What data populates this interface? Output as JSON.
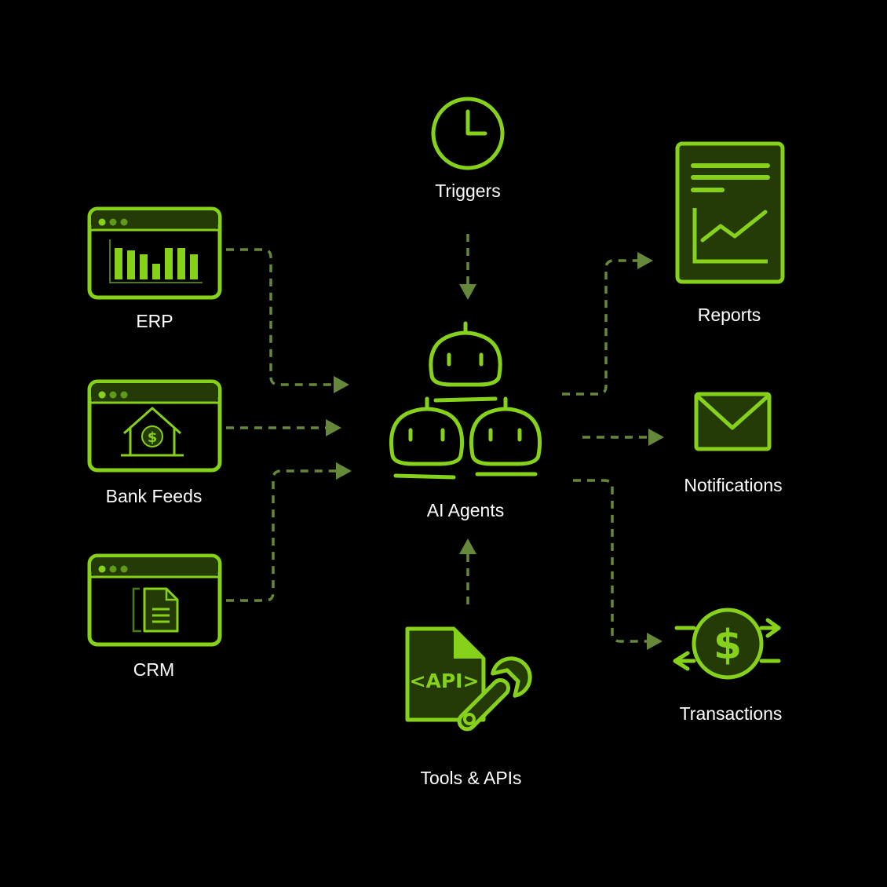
{
  "nodes": {
    "triggers": {
      "label": "Triggers",
      "icon": "clock-icon"
    },
    "erp": {
      "label": "ERP",
      "icon": "bar-chart-window-icon"
    },
    "bank_feeds": {
      "label": "Bank Feeds",
      "icon": "house-dollar-window-icon"
    },
    "crm": {
      "label": "CRM",
      "icon": "document-window-icon"
    },
    "ai_agents": {
      "label": "AI Agents",
      "icon": "robots-icon"
    },
    "tools_apis": {
      "label": "Tools & APIs",
      "icon": "api-wrench-icon",
      "badge": "<API>"
    },
    "reports": {
      "label": "Reports",
      "icon": "report-chart-icon"
    },
    "notifications": {
      "label": "Notifications",
      "icon": "envelope-icon"
    },
    "transactions": {
      "label": "Transactions",
      "icon": "dollar-exchange-icon"
    }
  },
  "edges": [
    {
      "from": "erp",
      "to": "ai_agents"
    },
    {
      "from": "bank_feeds",
      "to": "ai_agents"
    },
    {
      "from": "crm",
      "to": "ai_agents"
    },
    {
      "from": "triggers",
      "to": "ai_agents"
    },
    {
      "from": "tools_apis",
      "to": "ai_agents"
    },
    {
      "from": "ai_agents",
      "to": "reports"
    },
    {
      "from": "ai_agents",
      "to": "notifications"
    },
    {
      "from": "ai_agents",
      "to": "transactions"
    }
  ],
  "colors": {
    "background": "#000000",
    "accent": "#86d11a",
    "icon_fill": "#243a07",
    "connector": "#65883a",
    "label": "#ffffff"
  }
}
